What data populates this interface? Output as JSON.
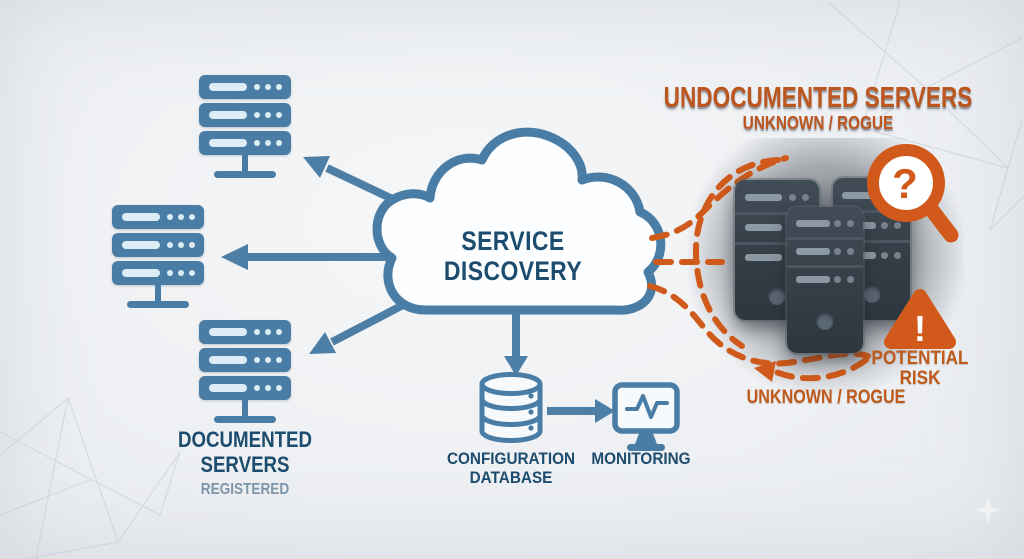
{
  "cloud": {
    "label_line1": "SERVICE",
    "label_line2": "DISCOVERY"
  },
  "documented": {
    "label_line1": "DOCUMENTED",
    "label_line2": "SERVERS",
    "sublabel": "REGISTERED"
  },
  "configuration_database": {
    "label_line1": "CONFIGURATION",
    "label_line2": "DATABASE"
  },
  "monitoring": {
    "label": "MONITORING"
  },
  "undocumented": {
    "title": "UNDOCUMENTED SERVERS",
    "subtitle": "UNKNOWN / ROGUE",
    "risk_label_line1": "POTENTIAL",
    "risk_label_line2": "RISK",
    "bottom_label": "UNKNOWN / ROGUE",
    "question_glyph": "?",
    "warning_glyph": "!"
  },
  "colors": {
    "accent_blue": "#4a7da5",
    "navy_text": "#1c4c6e",
    "orange": "#c9581c",
    "server_dark": "#37424c",
    "muted_text": "#7d95a9",
    "background": "#eef0f3"
  }
}
